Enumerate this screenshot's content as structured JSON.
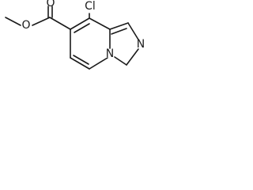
{
  "molecule": {
    "atoms": {
      "ester_oxygen": "O",
      "carbonyl_oxygen": "O",
      "chlorine": "Cl",
      "bridgehead_nitrogen": "N",
      "imidazole_nitrogen": "N"
    }
  }
}
